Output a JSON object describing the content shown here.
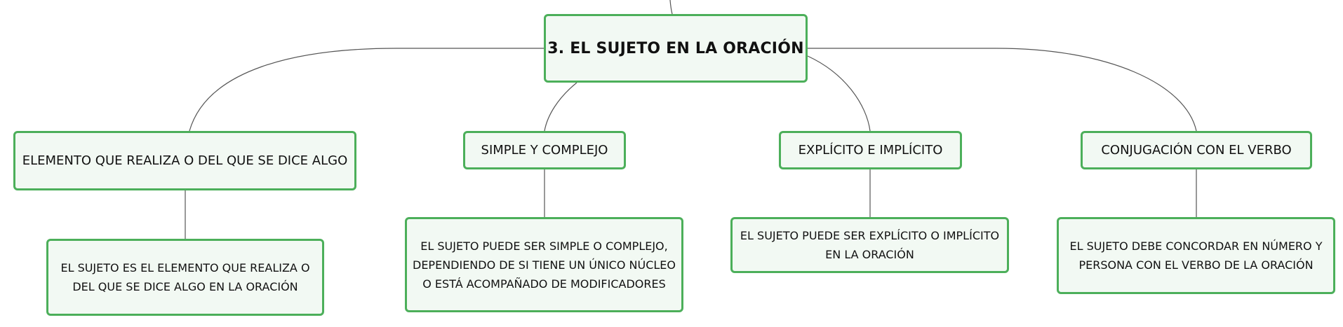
{
  "root": {
    "label": "3. EL SUJETO EN LA ORACIÓN"
  },
  "categories": [
    {
      "label": "ELEMENTO QUE REALIZA O DEL QUE SE DICE ALGO",
      "description": "EL SUJETO ES EL ELEMENTO QUE REALIZA O DEL QUE SE DICE ALGO EN LA ORACIÓN"
    },
    {
      "label": "SIMPLE Y COMPLEJO",
      "description": "EL SUJETO PUEDE SER SIMPLE O COMPLEJO, DEPENDIENDO DE SI TIENE UN ÚNICO NÚCLEO O ESTÁ ACOMPAÑADO DE MODIFICADORES"
    },
    {
      "label": "EXPLÍCITO E IMPLÍCITO",
      "description": "EL SUJETO PUEDE SER EXPLÍCITO O IMPLÍCITO EN LA ORACIÓN"
    },
    {
      "label": "CONJUGACIÓN CON EL VERBO",
      "description": "EL SUJETO DEBE CONCORDAR EN NÚMERO Y PERSONA CON EL VERBO DE LA ORACIÓN"
    }
  ],
  "colors": {
    "node_border": "#4caf5a",
    "node_fill": "#f2f9f3",
    "connector": "#555555"
  }
}
